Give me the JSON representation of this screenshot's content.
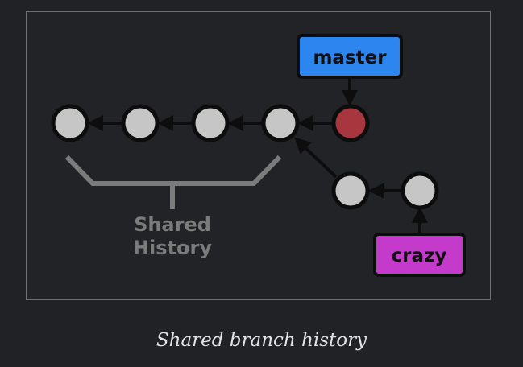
{
  "diagram": {
    "branches": {
      "master": {
        "label": "master",
        "color": "#2d86f0"
      },
      "crazy": {
        "label": "crazy",
        "color": "#c43bcc"
      }
    },
    "shared_label_line1": "Shared",
    "shared_label_line2": "History",
    "colors": {
      "commit_fill": "#c6c6c6",
      "commit_outline": "#0d0d0d",
      "head_commit_fill": "#a8363e",
      "bracket": "#7b7b7b",
      "arrow": "#0d0d0d"
    },
    "commit_count_main_line": 5,
    "commit_count_branch": 2
  },
  "caption": "Shared branch history"
}
